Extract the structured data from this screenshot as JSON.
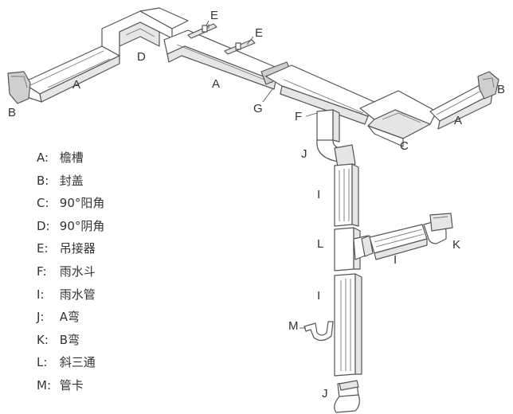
{
  "colors": {
    "line": "#555555",
    "text": "#333333",
    "background": "#ffffff"
  },
  "callouts": [
    {
      "id": "callout-a-left",
      "text": "A"
    },
    {
      "id": "callout-b-left",
      "text": "B"
    },
    {
      "id": "callout-d",
      "text": "D"
    },
    {
      "id": "callout-e-1",
      "text": "E"
    },
    {
      "id": "callout-e-2",
      "text": "E"
    },
    {
      "id": "callout-a-middle",
      "text": "A"
    },
    {
      "id": "callout-g",
      "text": "G"
    },
    {
      "id": "callout-f",
      "text": "F"
    },
    {
      "id": "callout-c",
      "text": "C"
    },
    {
      "id": "callout-a-right",
      "text": "A"
    },
    {
      "id": "callout-b-right",
      "text": "B"
    },
    {
      "id": "callout-j-top",
      "text": "J"
    },
    {
      "id": "callout-i-upper",
      "text": "I"
    },
    {
      "id": "callout-l",
      "text": "L"
    },
    {
      "id": "callout-i-branch",
      "text": "I"
    },
    {
      "id": "callout-k",
      "text": "K"
    },
    {
      "id": "callout-i-lower",
      "text": "I"
    },
    {
      "id": "callout-m",
      "text": "M"
    },
    {
      "id": "callout-j-bottom",
      "text": "J"
    }
  ],
  "legend": [
    {
      "code": "A:",
      "label": "檐槽"
    },
    {
      "code": "B:",
      "label": "封盖"
    },
    {
      "code": "C:",
      "label": "90°阳角"
    },
    {
      "code": "D:",
      "label": "90°阴角"
    },
    {
      "code": "E:",
      "label": "吊接器"
    },
    {
      "code": "F:",
      "label": "雨水斗"
    },
    {
      "code": "I:",
      "label": "雨水管"
    },
    {
      "code": "J:",
      "label": "A弯"
    },
    {
      "code": "K:",
      "label": "B弯"
    },
    {
      "code": "L:",
      "label": "斜三通"
    },
    {
      "code": "M:",
      "label": "管卡"
    }
  ]
}
